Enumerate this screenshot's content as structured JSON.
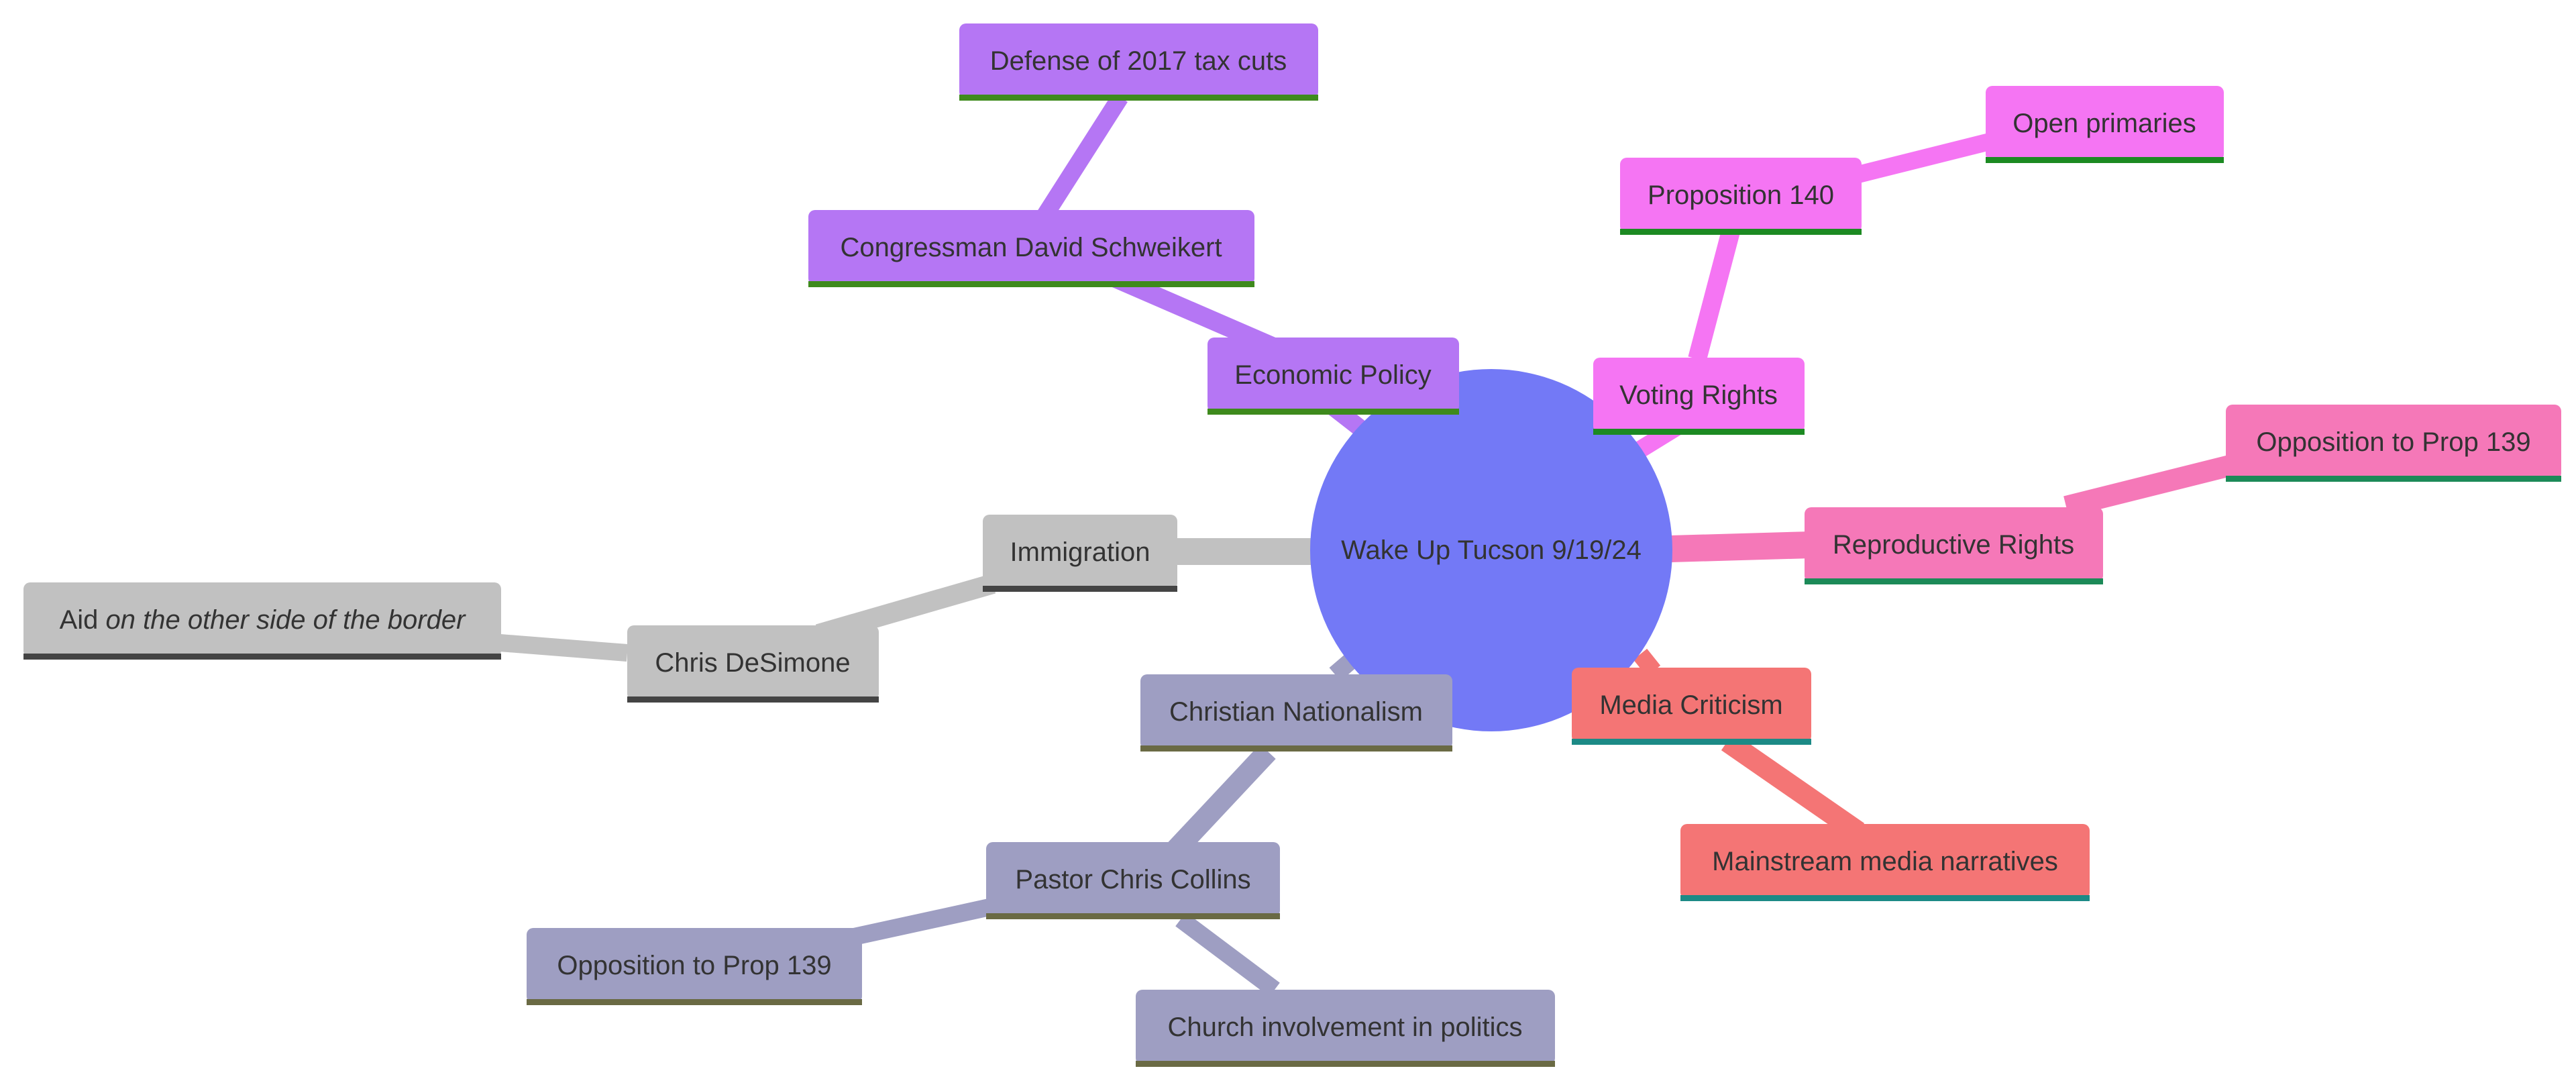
{
  "root": {
    "label": "Wake Up Tucson 9/19/24",
    "color": "#7379F6"
  },
  "branches": [
    {
      "id": "economic",
      "label": "Economic Policy",
      "color": "#B576F4",
      "underline": "#3E8A1C",
      "children": [
        {
          "id": "schweikert",
          "label": "Congressman David Schweikert",
          "children": [
            {
              "id": "tax-cuts",
              "label": "Defense of 2017 tax cuts"
            }
          ]
        }
      ]
    },
    {
      "id": "voting",
      "label": "Voting Rights",
      "color": "#F575F3",
      "underline": "#1C8A22",
      "children": [
        {
          "id": "prop140",
          "label": "Proposition 140",
          "children": [
            {
              "id": "open-primaries",
              "label": "Open primaries"
            }
          ]
        }
      ]
    },
    {
      "id": "repro",
      "label": "Reproductive Rights",
      "color": "#F578B8",
      "underline": "#1C8A58",
      "children": [
        {
          "id": "opp139-right",
          "label": "Opposition to Prop 139"
        }
      ]
    },
    {
      "id": "media",
      "label": "Media Criticism",
      "color": "#F47575",
      "underline": "#1C8A86",
      "children": [
        {
          "id": "mainstream",
          "label": "Mainstream media narratives"
        }
      ]
    },
    {
      "id": "christian",
      "label": "Christian Nationalism",
      "color": "#9E9EC2",
      "underline": "#6A6A44",
      "children": [
        {
          "id": "collins",
          "label": "Pastor Chris Collins",
          "children": [
            {
              "id": "opp139-left",
              "label": "Opposition to Prop 139"
            },
            {
              "id": "church",
              "label": "Church involvement in politics"
            }
          ]
        }
      ]
    },
    {
      "id": "immigration",
      "label": "Immigration",
      "color": "#C1C1C1",
      "underline": "#444444",
      "children": [
        {
          "id": "desimone",
          "label": "Chris DeSimone",
          "children": [
            {
              "id": "aid",
              "label_plain": "Aid ",
              "label_italic": "on the other side of the border"
            }
          ]
        }
      ]
    }
  ]
}
